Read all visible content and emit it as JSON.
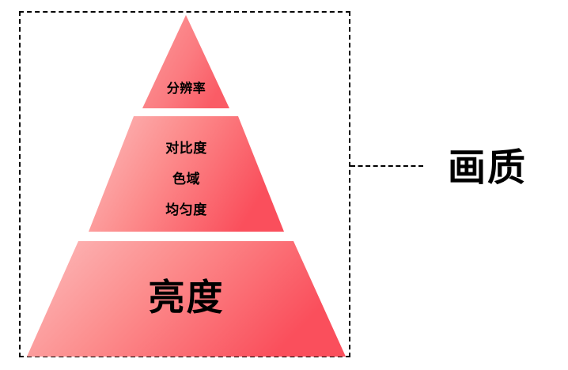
{
  "diagram": {
    "type": "pyramid",
    "orientation": "vertical",
    "category_label": "画质",
    "tiers": [
      {
        "rank": 1,
        "position": "top",
        "shape": "triangle",
        "lines": [
          "分辨率"
        ]
      },
      {
        "rank": 2,
        "position": "middle",
        "shape": "trapezoid",
        "lines": [
          "对比度",
          "色域",
          "均匀度"
        ]
      },
      {
        "rank": 3,
        "position": "bottom",
        "shape": "trapezoid",
        "lines": [
          "亮度"
        ]
      }
    ]
  },
  "tier1": {
    "text": "分辨率"
  },
  "tier2": {
    "line1": "对比度",
    "line2": "色域",
    "line3": "均匀度"
  },
  "tier3": {
    "text": "亮度"
  },
  "callout": {
    "label": "画质"
  },
  "colors": {
    "gradient_start": "#FDB7B7",
    "gradient_end": "#FA5460",
    "text": "#000000",
    "border": "#000000",
    "background": "#FFFFFF"
  }
}
